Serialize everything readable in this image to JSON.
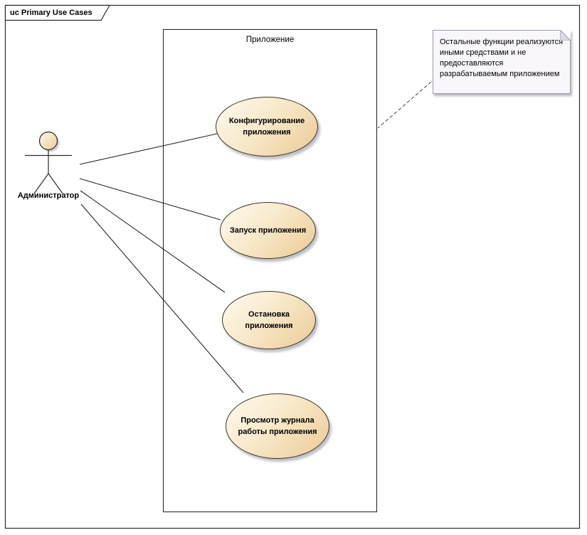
{
  "frame": {
    "title": "uc Primary Use Cases"
  },
  "system_boundary": {
    "label": "Приложение"
  },
  "actor": {
    "label": "Администратор"
  },
  "use_cases": [
    {
      "id": "configure-app",
      "lines": [
        "Конфигурирование",
        "приложения"
      ]
    },
    {
      "id": "start-app",
      "lines": [
        "Запуск приложения"
      ]
    },
    {
      "id": "stop-app",
      "lines": [
        "Остановка",
        "приложения"
      ]
    },
    {
      "id": "view-log",
      "lines": [
        "Просмотр журнала",
        "работы приложения"
      ]
    }
  ],
  "note": {
    "lines": [
      "Остальные функции реализуются",
      "иными средствами и не",
      "предоставляются",
      "разрабатываемым приложением"
    ]
  },
  "colors": {
    "ellipse_fill_light": "#fefaf0",
    "ellipse_fill_dark": "#ecca96",
    "ellipse_border": "#3a3226",
    "note_fill": "#f9f7fc",
    "note_border": "#9b9baa",
    "frame_border": "#2b2b2b",
    "line": "#2a2a2a"
  }
}
